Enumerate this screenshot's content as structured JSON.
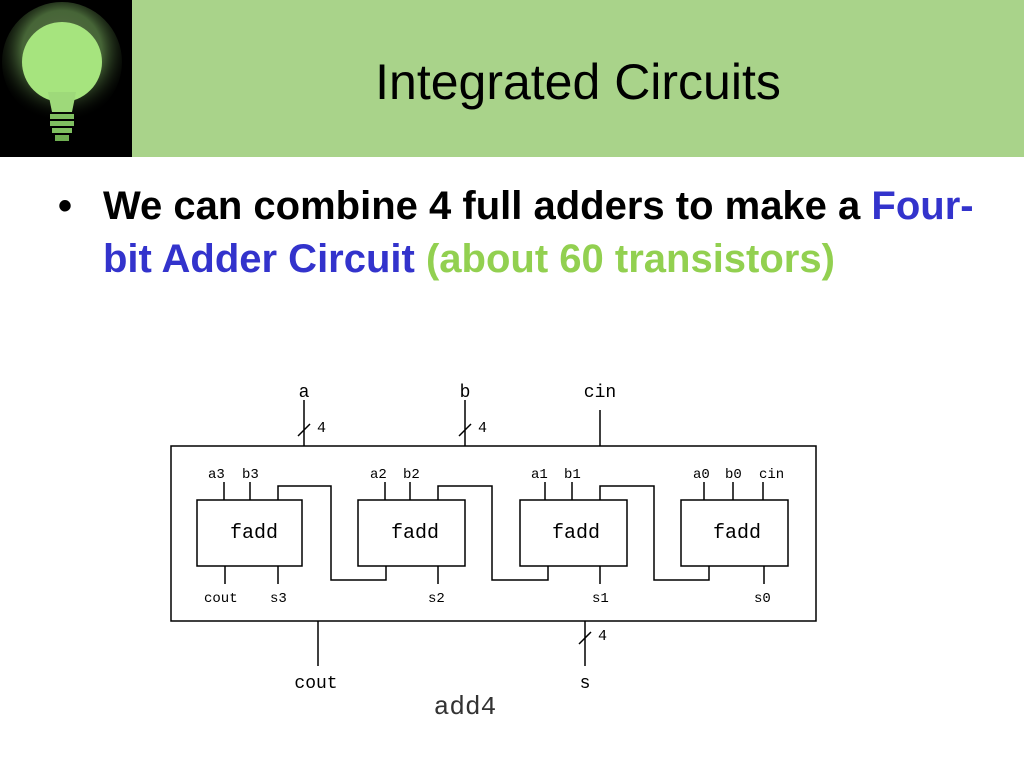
{
  "header": {
    "title": "Integrated Circuits",
    "band_color": "#a9d38a",
    "logo_icon": "lightbulb-icon"
  },
  "bullet": {
    "marker": "•",
    "text_black": "We can combine 4 full adders to make a ",
    "text_blue": "Four-bit Adder Circuit",
    "text_green": " (about 60 transistors)",
    "color_blue": "#3333cc",
    "color_green": "#92d050"
  },
  "diagram": {
    "inputs": {
      "a": "a",
      "b": "b",
      "cin": "cin",
      "a_width": "4",
      "b_width": "4"
    },
    "outputs": {
      "cout": "cout",
      "s": "s",
      "s_width": "4"
    },
    "module_name": "add4",
    "blocks": [
      {
        "name": "fadd",
        "in1": "a3",
        "in2": "b3",
        "in3": "",
        "out_c": "cout",
        "out_s": "s3"
      },
      {
        "name": "fadd",
        "in1": "a2",
        "in2": "b2",
        "in3": "",
        "out_c": "",
        "out_s": "s2"
      },
      {
        "name": "fadd",
        "in1": "a1",
        "in2": "b1",
        "in3": "",
        "out_c": "",
        "out_s": "s1"
      },
      {
        "name": "fadd",
        "in1": "a0",
        "in2": "b0",
        "in3": "cin",
        "out_c": "",
        "out_s": "s0"
      }
    ]
  }
}
